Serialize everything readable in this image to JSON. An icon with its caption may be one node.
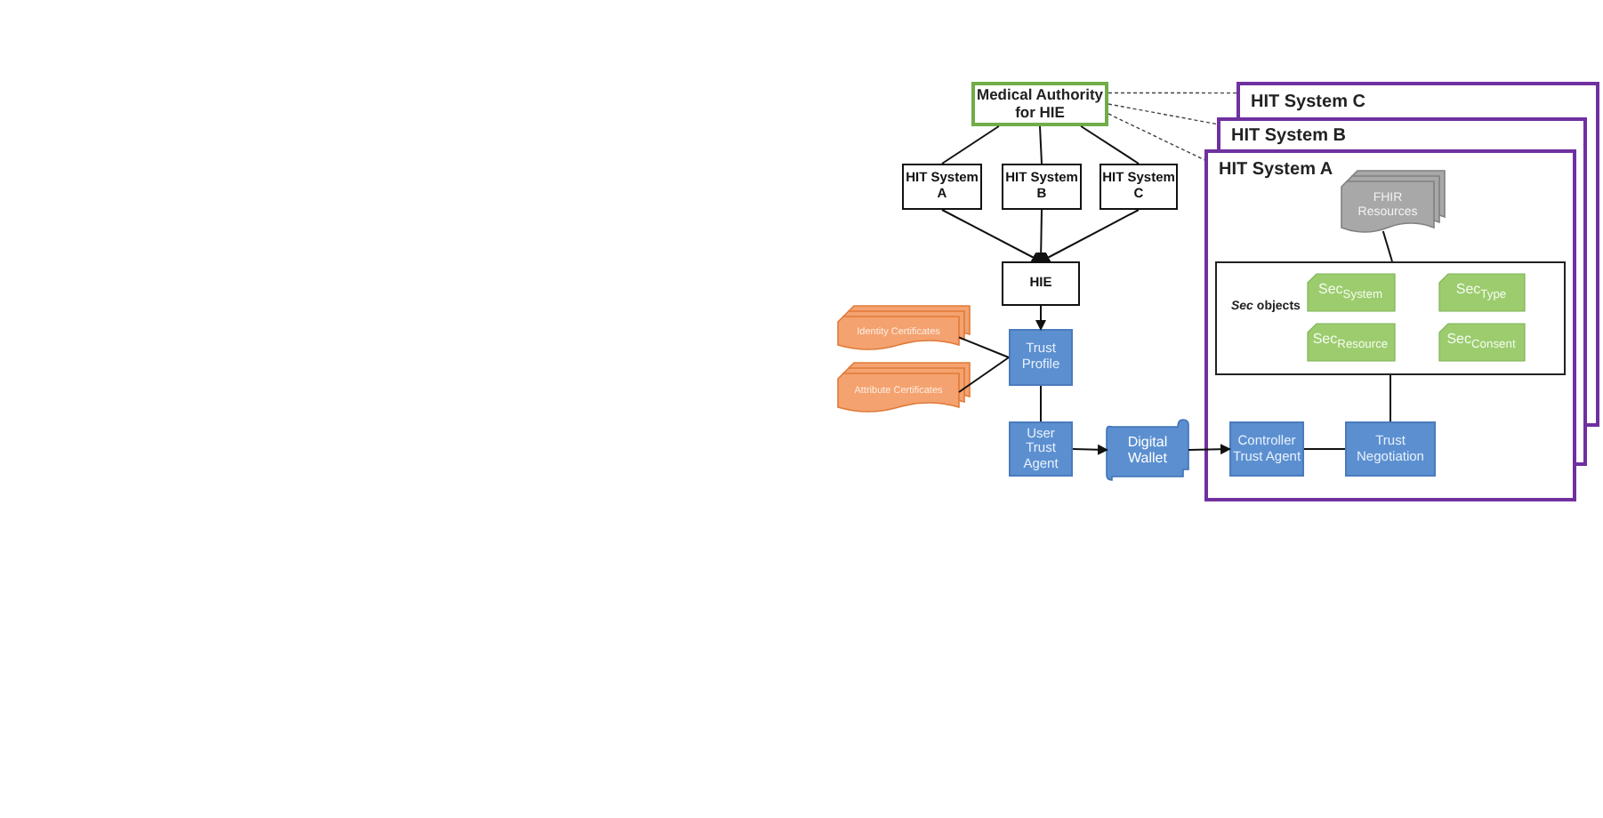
{
  "diagram": {
    "nodes": [
      {
        "text": [
          "Medical Authority for HIE"
        ]
      },
      {
        "text": [
          "HIT System A"
        ]
      },
      {
        "text": [
          "HIT System B"
        ]
      },
      {
        "text": [
          "HIT System C"
        ]
      },
      {
        "text": [
          "HIE"
        ]
      },
      {
        "text": [
          "Identity Certificates"
        ]
      },
      {
        "text": [
          "Attribute Certificates"
        ]
      },
      {
        "text": [
          "Trust Profile"
        ]
      },
      {
        "text": [
          "User Trust Agent"
        ]
      },
      {
        "text": [
          "Digital Wallet"
        ]
      },
      {
        "text": [
          "HIT System C"
        ]
      },
      {
        "text": [
          "HIT System B"
        ]
      },
      {
        "text": [
          "HIT System A"
        ]
      },
      {
        "text": [
          "FHIR Resources"
        ],
        "in": 12
      },
      {
        "text": [
          "*Sec* objects"
        ],
        "in": 12
      },
      {
        "text": [
          "Sec$_{System}$"
        ],
        "in": 14
      },
      {
        "text": [
          "Sec$_{Type}$"
        ],
        "in": 14
      },
      {
        "text": [
          "Sec$_{Resource}$"
        ],
        "in": 14
      },
      {
        "text": [
          "Sec$_{Consent}$"
        ],
        "in": 14
      },
      {
        "text": [
          "Controller Trust Agent"
        ],
        "in": 12
      },
      {
        "text": [
          "Trust Negotiation"
        ],
        "in": 12
      }
    ],
    "edges": [
      {
        "from": 0,
        "to": 1,
        "arrow": "none"
      },
      {
        "from": 0,
        "to": 2,
        "arrow": "none"
      },
      {
        "from": 0,
        "to": 3,
        "arrow": "none"
      },
      {
        "from": 1,
        "to": 4,
        "arrow": "to"
      },
      {
        "from": 2,
        "to": 4,
        "arrow": "to"
      },
      {
        "from": 3,
        "to": 4,
        "arrow": "to"
      },
      {
        "from": 4,
        "to": 7,
        "arrow": "to"
      },
      {
        "from": 5,
        "to": 7,
        "arrow": "none"
      },
      {
        "from": 6,
        "to": 7,
        "arrow": "none"
      },
      {
        "from": 7,
        "to": 8,
        "arrow": "none"
      },
      {
        "from": 8,
        "to": 9,
        "arrow": "to"
      },
      {
        "from": 9,
        "to": 19,
        "arrow": "to"
      },
      {
        "from": 19,
        "to": 20,
        "arrow": "none"
      },
      {
        "from": 20,
        "to": 14,
        "arrow": "none"
      },
      {
        "from": 14,
        "to": 13,
        "arrow": "none"
      },
      {
        "from": 0,
        "to": 10,
        "arrow": "none",
        "style": "dashed"
      },
      {
        "from": 0,
        "to": 11,
        "arrow": "none",
        "style": "dashed"
      },
      {
        "from": 0,
        "to": 12,
        "arrow": "none",
        "style": "dashed"
      }
    ]
  }
}
